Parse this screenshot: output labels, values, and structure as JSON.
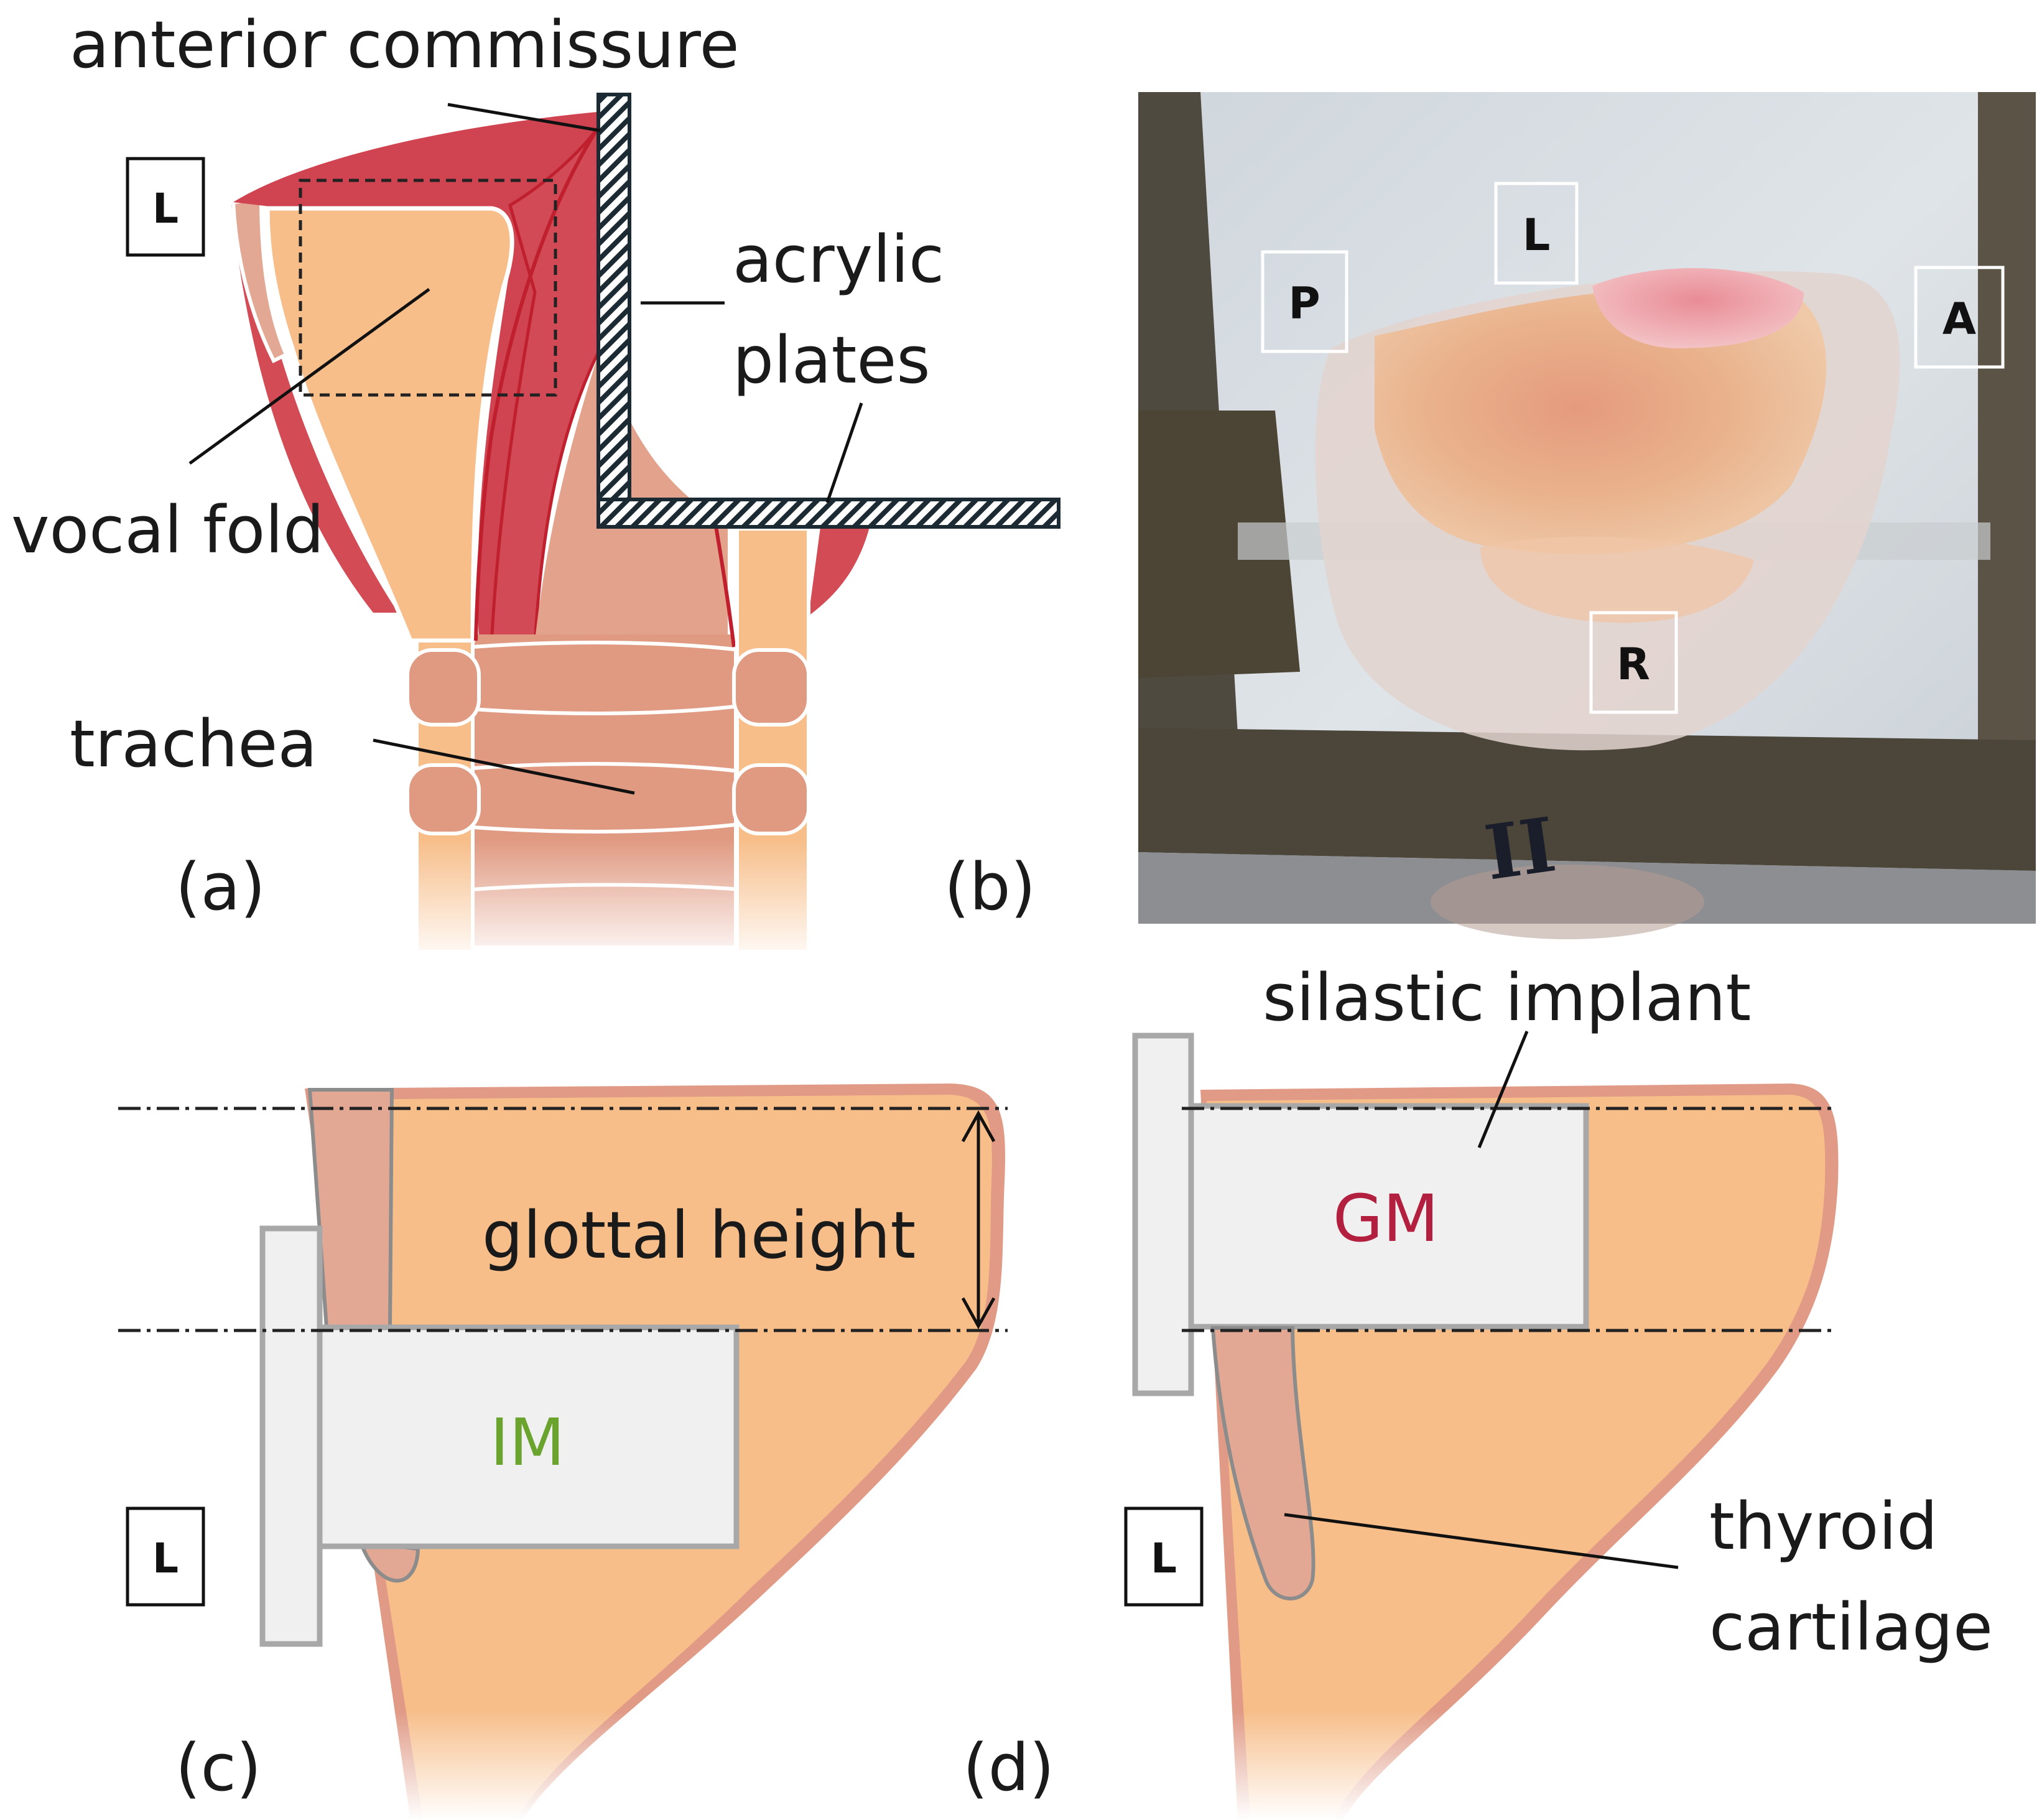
{
  "panels": {
    "a": "(a)",
    "b": "(b)",
    "c": "(c)",
    "d": "(d)"
  },
  "panel_a": {
    "anterior_commissure": "anterior commissure",
    "acrylic_line1": "acrylic",
    "acrylic_line2": "plates",
    "vocal_fold": "vocal fold",
    "trachea": "trachea",
    "orientation": "L"
  },
  "panel_b": {
    "posterior": "P",
    "left": "L",
    "anterior": "A",
    "right": "R",
    "marker_text": "II"
  },
  "panel_c": {
    "glottal_height": "glottal height",
    "implant": "IM",
    "orientation": "L",
    "implant_color": "#6aa32e"
  },
  "panel_d": {
    "silastic_implant": "silastic implant",
    "implant": "GM",
    "thyroid_line1": "thyroid",
    "thyroid_line2": "cartilage",
    "orientation": "L",
    "implant_color": "#b3203f"
  },
  "colors": {
    "muscle": "#d24b55",
    "muscle_dark": "#c03040",
    "vocal_fold_tissue": "#f7be8a",
    "mucosa": "#e2a894",
    "trachea": "#e09a82",
    "implant_fill": "#f0f0f0",
    "implant_border": "#a8a8a8"
  }
}
